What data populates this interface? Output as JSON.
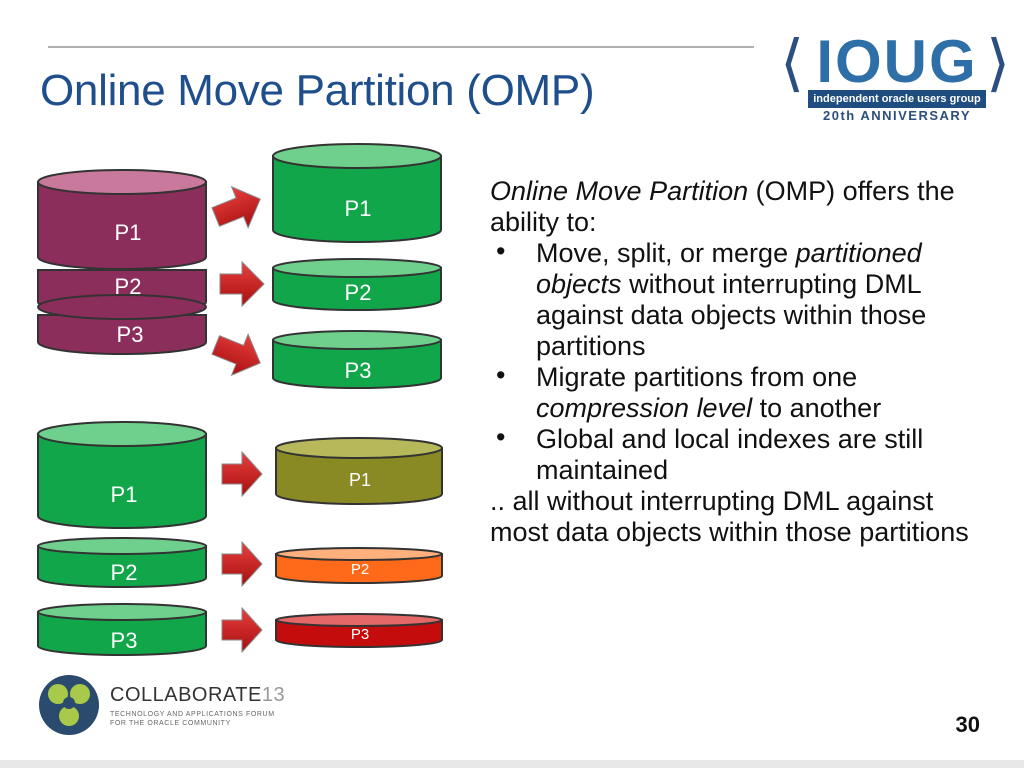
{
  "slide": {
    "title": "Online Move Partition (OMP)",
    "page_number": "30"
  },
  "logo_ioug": {
    "bracket_left": "⟨",
    "bracket_right": "⟩",
    "word": "IOUG",
    "tagline": "independent oracle users group",
    "anniversary": "20th ANNIVERSARY"
  },
  "logo_collaborate": {
    "name": "COLLABORATE",
    "number": "13",
    "subtitle_line1": "TECHNOLOGY AND APPLICATIONS FORUM",
    "subtitle_line2": "FOR THE ORACLE COMMUNITY"
  },
  "diagram": {
    "top_source": [
      "P1",
      "P2",
      "P3"
    ],
    "top_target": [
      "P1",
      "P2",
      "P3"
    ],
    "bottom_source": [
      "P1",
      "P2",
      "P3"
    ],
    "bottom_target": [
      "P1",
      "P2",
      "P3"
    ],
    "colors": {
      "maroon": "#8c2e5c",
      "maroon_top": "#c9799c",
      "green": "#11a64a",
      "green_top": "#6fd08e",
      "olive": "#8a8a25",
      "olive_top": "#b6b85a",
      "orange": "#ff6a1a",
      "orange_top": "#ffb07c",
      "red": "#c40c0c",
      "red_top": "#e46868",
      "arrow": "#cc1a1a"
    }
  },
  "content": {
    "intro_em": "Online Move Partition",
    "intro_rest": " (OMP) offers the ability to:",
    "bullet_char": "•",
    "b1_a": "Move, split, or merge ",
    "b1_em": "partitioned objects",
    "b1_b": " without interrupting DML against data objects within those partitions",
    "b2_a": "Migrate partitions from one ",
    "b2_em": "compression level",
    "b2_b": " to another",
    "b3": "Global and local indexes are still maintained",
    "closing": ".. all without interrupting DML against most data objects within those partitions"
  }
}
